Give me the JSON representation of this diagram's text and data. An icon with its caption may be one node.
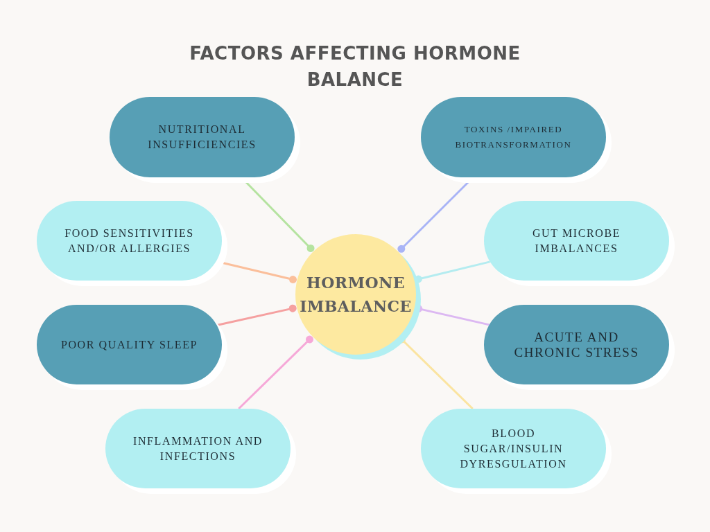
{
  "diagram": {
    "title": "FACTORS AFFECTING HORMONE BALANCE",
    "nodes": [
      {
        "text": [
          "HORMONE IMBALANCE"
        ]
      },
      {
        "text": [
          "NUTRITIONAL INSUFFICIENCIES"
        ]
      },
      {
        "text": [
          "TOXINS /IMPAIRED BIOTRANSFORMATION"
        ]
      },
      {
        "text": [
          "FOOD SENSITIVITIES AND/OR ALLERGIES"
        ]
      },
      {
        "text": [
          "GUT MICROBE IMBALANCES"
        ]
      },
      {
        "text": [
          "POOR QUALITY SLEEP"
        ]
      },
      {
        "text": [
          "ACUTE AND CHRONIC STRESS"
        ]
      },
      {
        "text": [
          "INFLAMMATION AND INFECTIONS"
        ]
      },
      {
        "text": [
          "BLOOD SUGAR/INSULIN DYRESGULATION"
        ]
      }
    ],
    "edges": [
      {
        "from": 1,
        "to": 0,
        "arrow": "other",
        "color": "#b5e3a0"
      },
      {
        "from": 2,
        "to": 0,
        "arrow": "other",
        "color": "#a9b4f6"
      },
      {
        "from": 3,
        "to": 0,
        "arrow": "other",
        "color": "#fbbf9b"
      },
      {
        "from": 4,
        "to": 0,
        "arrow": "other",
        "color": "#b4ecf0"
      },
      {
        "from": 5,
        "to": 0,
        "arrow": "other",
        "color": "#f5a0a0"
      },
      {
        "from": 6,
        "to": 0,
        "arrow": "other",
        "color": "#dcb8f2"
      },
      {
        "from": 7,
        "to": 0,
        "arrow": "other",
        "color": "#f6a8d8"
      },
      {
        "from": 8,
        "to": 0,
        "arrow": "other",
        "color": "#fbe4a0"
      }
    ]
  }
}
